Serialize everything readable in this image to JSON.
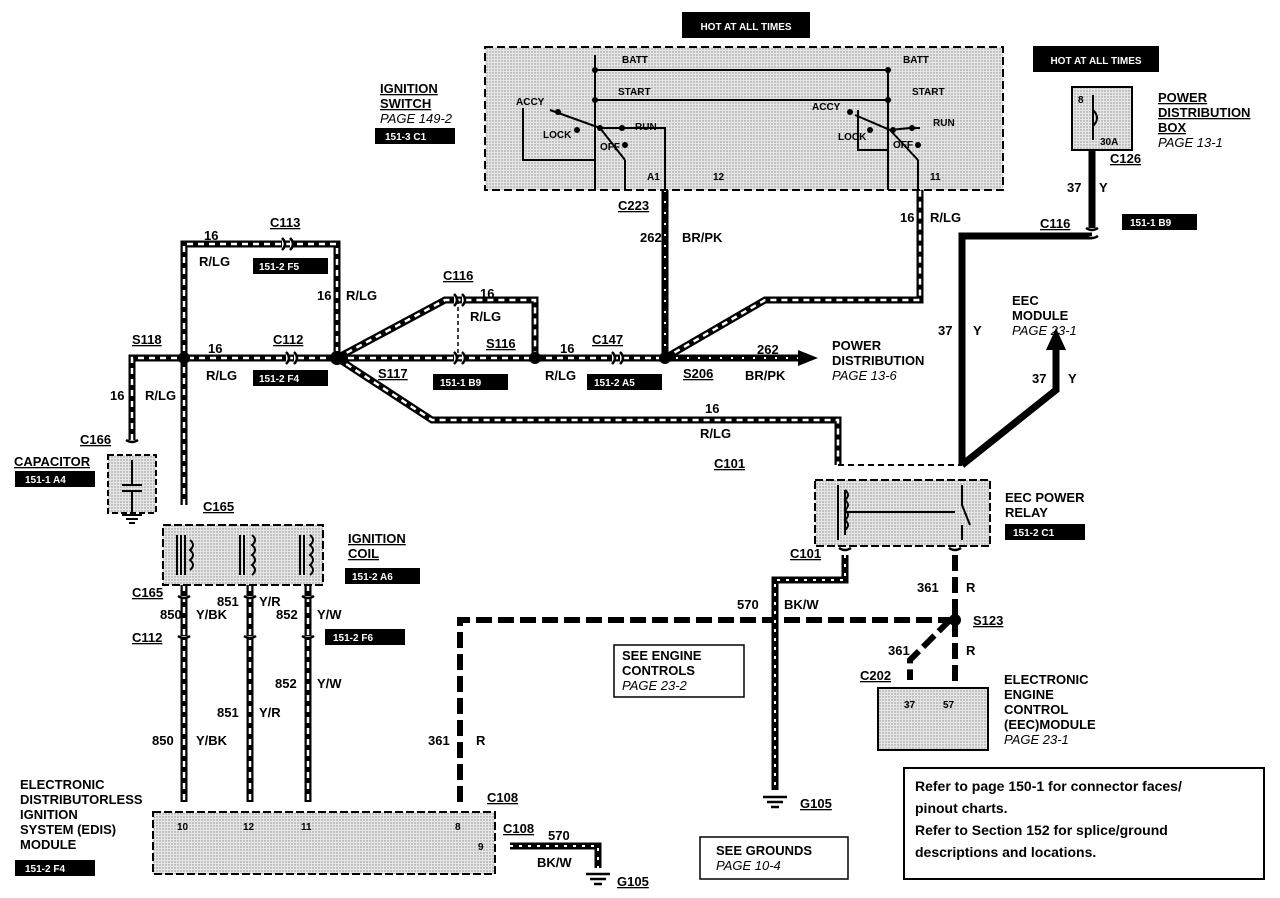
{
  "hot_at_all_times": "HOT AT ALL TIMES",
  "ignition_switch": {
    "title_line1": "IGNITION",
    "title_line2": "SWITCH",
    "page_ref": "PAGE 149-2",
    "locator": "151-3  C1",
    "batt": "BATT",
    "start": "START",
    "accy": "ACCY",
    "lock": "LOCK",
    "run": "RUN",
    "off": "OFF",
    "pin_a1": "A1",
    "pin_12": "12",
    "pin_11": "11"
  },
  "power_dist_box": {
    "title_line1": "POWER",
    "title_line2": "DISTRIBUTION",
    "title_line3": "BOX",
    "page_ref": "PAGE 13-1",
    "fuse_num": "8",
    "fuse_rating": "30A",
    "connector": "C126"
  },
  "connectors": {
    "c223": "C223",
    "c113": "C113",
    "c116_top": "C116",
    "c116_right": "C116",
    "c112_top": "C112",
    "c147": "C147",
    "s118": "S118",
    "s116": "S116",
    "s117": "S117",
    "s206": "S206",
    "s123": "S123",
    "c166": "C166",
    "c165_top": "C165",
    "c165_bottom": "C165",
    "c112_bottom": "C112",
    "c101_top": "C101",
    "c101_bottom": "C101",
    "c202": "C202",
    "c108_top": "C108",
    "c108_side": "C108",
    "g105_mid": "G105",
    "g105_bottom": "G105"
  },
  "locators": {
    "c113": "151-2  F5",
    "c112": "151-2  F4",
    "c116": "151-1  B9",
    "c147": "151-2  A5",
    "c116_right": "151-1  B9",
    "capacitor": "151-1  A4",
    "ignition_coil": "151-2  A6",
    "c112_bottom": "151-2  F6",
    "eec_relay": "151-2  C1",
    "edis": "151-2  F4"
  },
  "wires": {
    "w262_num": "262",
    "w262_color": "BR/PK",
    "w16": "16",
    "w16_color": "R/LG",
    "w37": "37",
    "w37_color": "Y",
    "w850": "850",
    "w850_color": "Y/BK",
    "w851": "851",
    "w851_color": "Y/R",
    "w852": "852",
    "w852_color": "Y/W",
    "w570": "570",
    "w570_color": "BK/W",
    "w361": "361",
    "w361_color": "R"
  },
  "components": {
    "capacitor": "CAPACITOR",
    "ignition_coil_line1": "IGNITION",
    "ignition_coil_line2": "COIL",
    "eec_module_line1": "EEC",
    "eec_module_line2": "MODULE",
    "eec_module_page": "PAGE 23-1",
    "power_distribution_line1": "POWER",
    "power_distribution_line2": "DISTRIBUTION",
    "power_distribution_page": "PAGE 13-6",
    "eec_relay_line1": "EEC POWER",
    "eec_relay_line2": "RELAY",
    "eec_ctrl_line1": "ELECTRONIC",
    "eec_ctrl_line2": "ENGINE",
    "eec_ctrl_line3": "CONTROL",
    "eec_ctrl_line4": "(EEC)MODULE",
    "eec_ctrl_page": "PAGE 23-1",
    "eec_pin_37": "37",
    "eec_pin_57": "57",
    "edis_line1": "ELECTRONIC",
    "edis_line2": "DISTRIBUTORLESS",
    "edis_line3": "IGNITION",
    "edis_line4": "SYSTEM (EDIS)",
    "edis_line5": "MODULE",
    "edis_pin_10": "10",
    "edis_pin_12": "12",
    "edis_pin_11": "11",
    "edis_pin_8": "8",
    "edis_pin_9": "9",
    "see_engine_line1": "SEE ENGINE",
    "see_engine_line2": "CONTROLS",
    "see_engine_page": "PAGE 23-2",
    "see_grounds_line1": "SEE GROUNDS",
    "see_grounds_page": "PAGE 10-4"
  },
  "note": {
    "line1": "Refer to page 150-1 for connector faces/",
    "line2": "pinout charts.",
    "line3": "Refer to Section 152 for splice/ground",
    "line4": "descriptions and locations."
  }
}
